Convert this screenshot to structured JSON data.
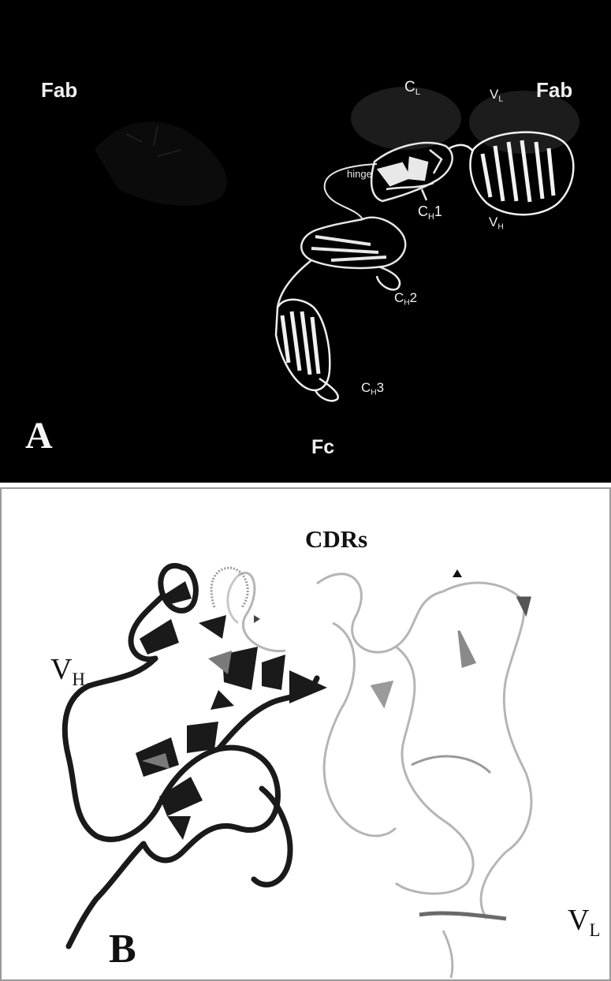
{
  "panel_a": {
    "letter": "A",
    "labels": {
      "fab_left": "Fab",
      "fab_right": "Fab",
      "cl": {
        "base": "C",
        "sub": "L"
      },
      "vl": {
        "base": "V",
        "sub": "L"
      },
      "hinge": "hinge",
      "ch1": {
        "base": "C",
        "sub": "H",
        "tail": "1"
      },
      "vh": {
        "base": "V",
        "sub": "H"
      },
      "ch2": {
        "base": "C",
        "sub": "H",
        "tail": "2"
      },
      "ch3": {
        "base": "C",
        "sub": "H",
        "tail": "3"
      },
      "fc": "Fc"
    }
  },
  "panel_b": {
    "letter": "B",
    "title": "CDRs",
    "vh": {
      "base": "V",
      "sub": "H"
    },
    "vl": {
      "base": "V",
      "sub": "L"
    }
  },
  "colors": {
    "panel_a_background": "#000000",
    "panel_b_background": "#ffffff",
    "heavy_chain": "#1a1a1a",
    "light_chain": "#b5b5b5"
  }
}
